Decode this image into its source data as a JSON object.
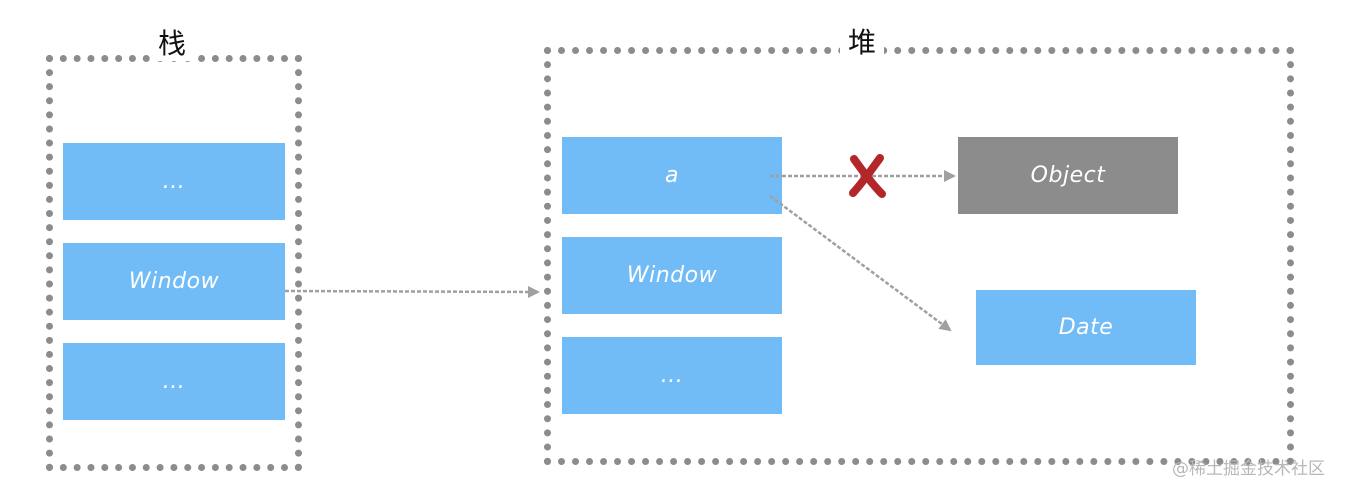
{
  "stack": {
    "title": "栈",
    "items": [
      "...",
      "Window",
      "..."
    ]
  },
  "heap": {
    "title": "堆",
    "items": [
      "a",
      "Window",
      "..."
    ],
    "object_label": "Object",
    "date_label": "Date"
  },
  "colors": {
    "box_blue": "#71bcf6",
    "box_gray": "#8c8c8c",
    "dotted_border": "#8c8c8c",
    "arrow": "#a0a0a0",
    "cross": "#b3262a"
  },
  "icons": {
    "broken_link": "cross-icon"
  },
  "watermark": "@稀土掘金技术社区"
}
